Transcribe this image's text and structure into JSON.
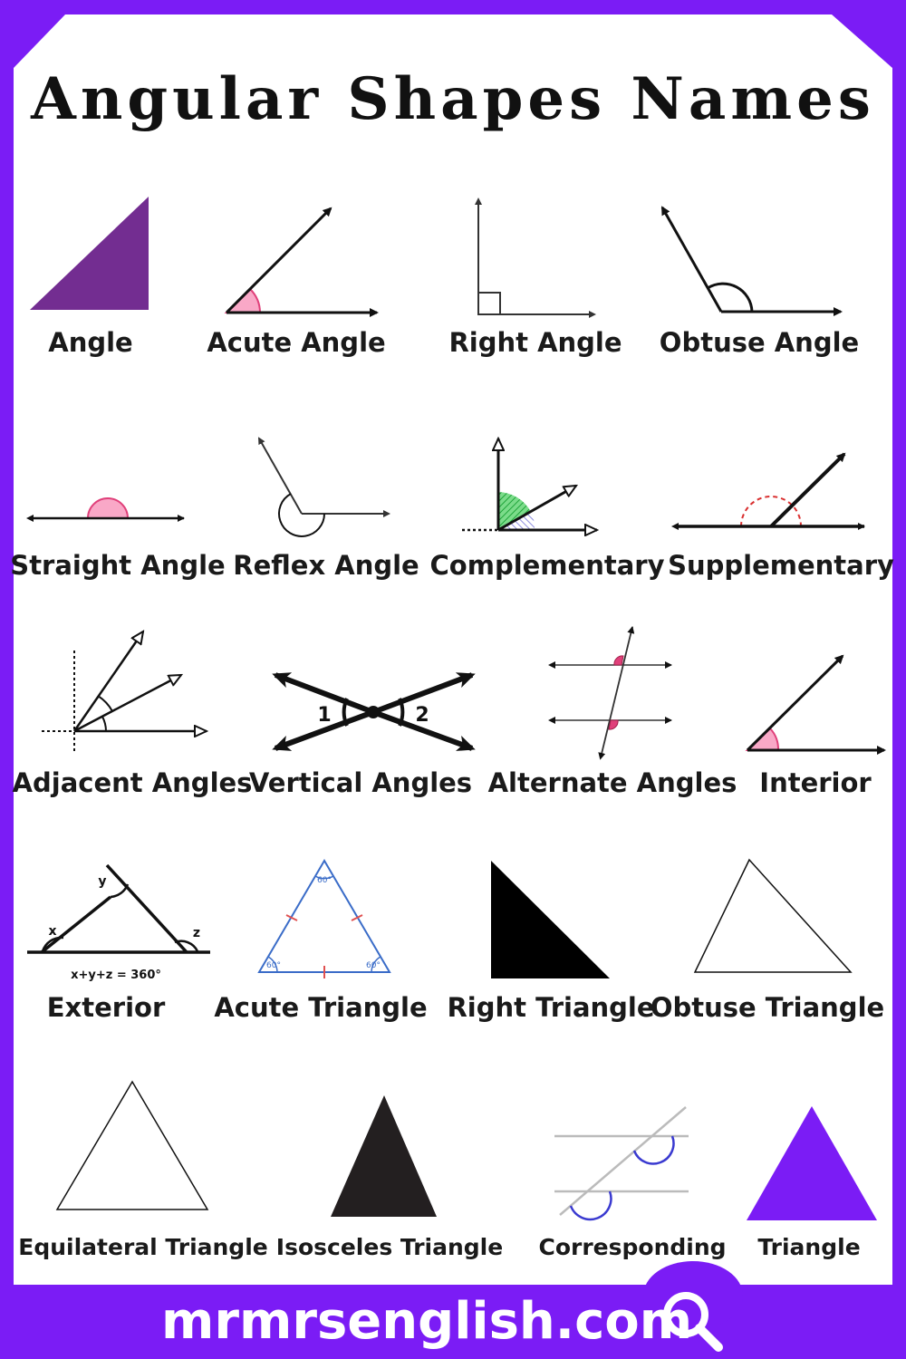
{
  "title": "Angular Shapes Names",
  "colors": {
    "border": "#7b1cf5",
    "card": "#ffffff",
    "accent_pink": "#f9a8c7",
    "dark_purple": "#732d91"
  },
  "rows": [
    [
      "Angle",
      "Acute Angle",
      "Right Angle",
      "Obtuse Angle"
    ],
    [
      "Straight Angle",
      "Reflex Angle",
      "Complementary",
      "Supplementary"
    ],
    [
      "Adjacent Angles",
      "Vertical Angles",
      "Alternate Angles",
      "Interior"
    ],
    [
      "Exterior",
      "Acute Triangle",
      "Right Triangle",
      "Obtuse Triangle"
    ],
    [
      "Equilateral Triangle",
      "Isosceles Triangle",
      "Corresponding",
      "Triangle"
    ]
  ],
  "annotations": {
    "vertical_1": "1",
    "vertical_2": "2",
    "exterior_x": "x",
    "exterior_y": "y",
    "exterior_z": "z",
    "exterior_formula": "x+y+z = 360°",
    "acute_triangle_angle": "60°"
  },
  "footer": {
    "site": "mrmrsenglish.com",
    "icon": "search-icon"
  }
}
